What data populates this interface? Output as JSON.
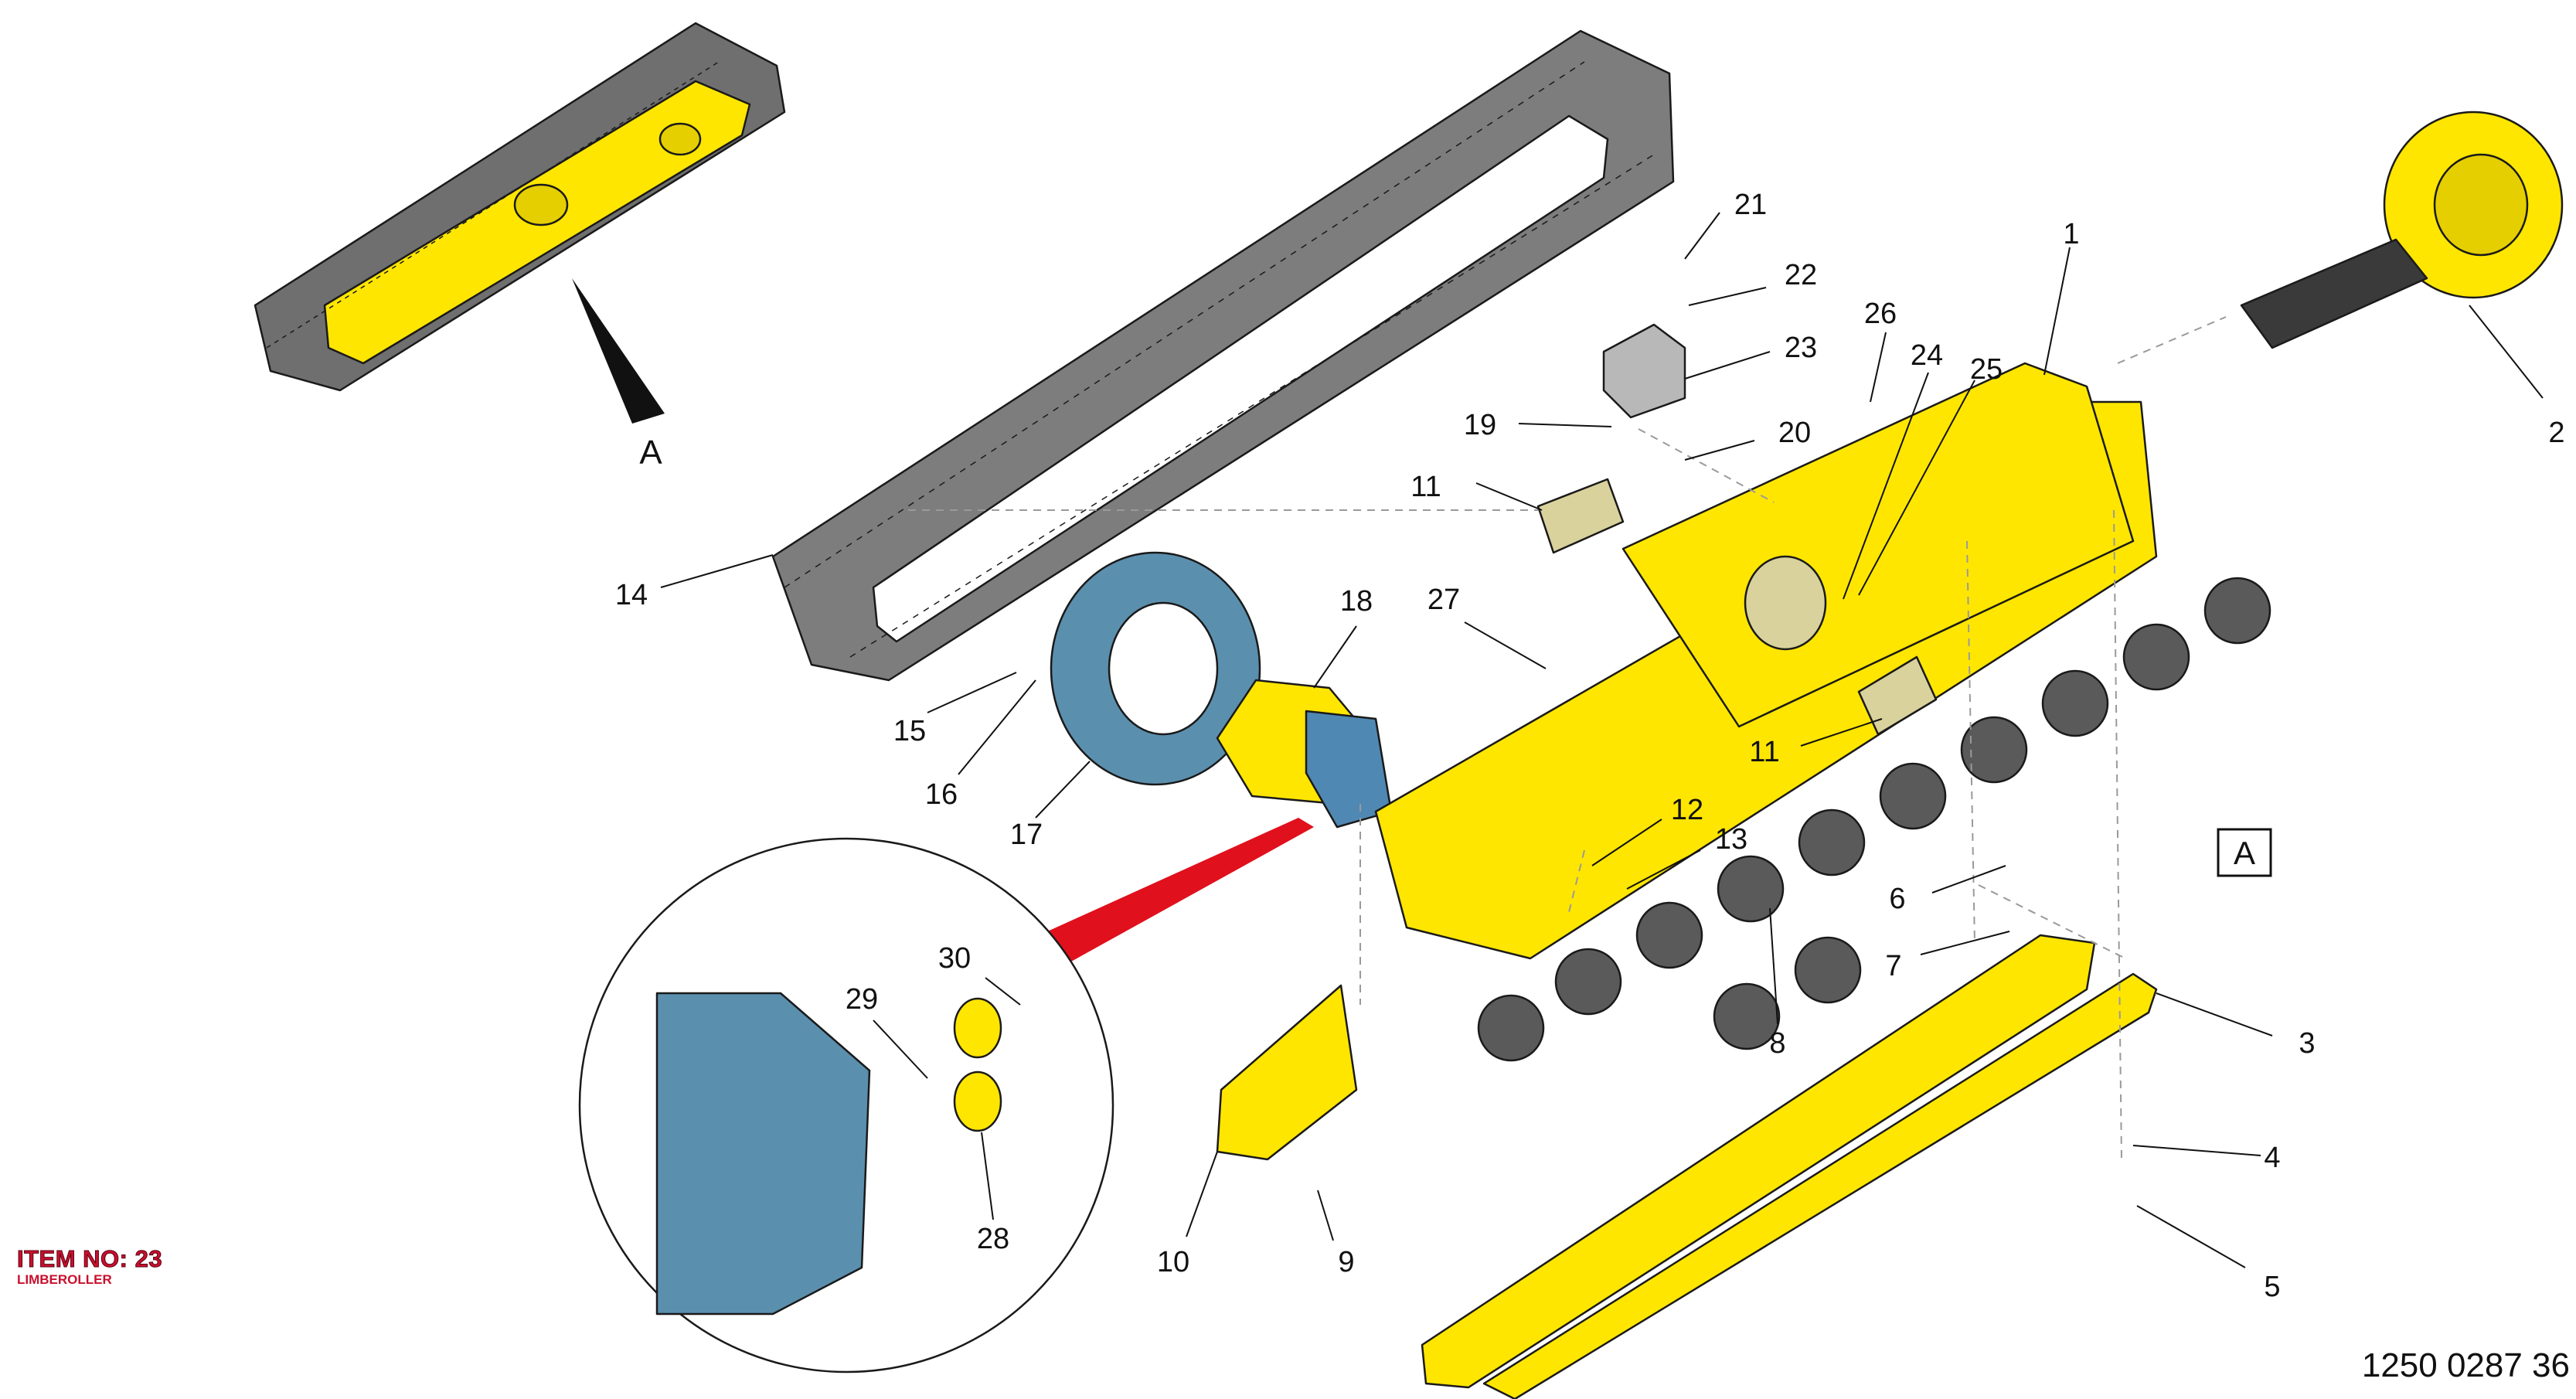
{
  "item": {
    "number_label": "ITEM NO: 23",
    "name": "LIMBEROLLER"
  },
  "drawing_number": "1250 0287 36",
  "view_label": "A",
  "view_box_label": "A",
  "callouts": [
    "1",
    "2",
    "3",
    "4",
    "5",
    "6",
    "7",
    "8",
    "9",
    "10",
    "11",
    "11",
    "12",
    "13",
    "14",
    "15",
    "16",
    "17",
    "18",
    "19",
    "20",
    "21",
    "22",
    "23",
    "24",
    "25",
    "26",
    "27",
    "28",
    "29",
    "30"
  ],
  "colors": {
    "frame_yellow": "#ffe600",
    "track_gray": "#7d7d7d",
    "sprocket_blue": "#5b8fae",
    "motor_blue": "#4f88b3",
    "bushing_tan": "#d9d29c",
    "detail_arrow_red": "#e0101c",
    "item_text_red": "#c8102e"
  }
}
